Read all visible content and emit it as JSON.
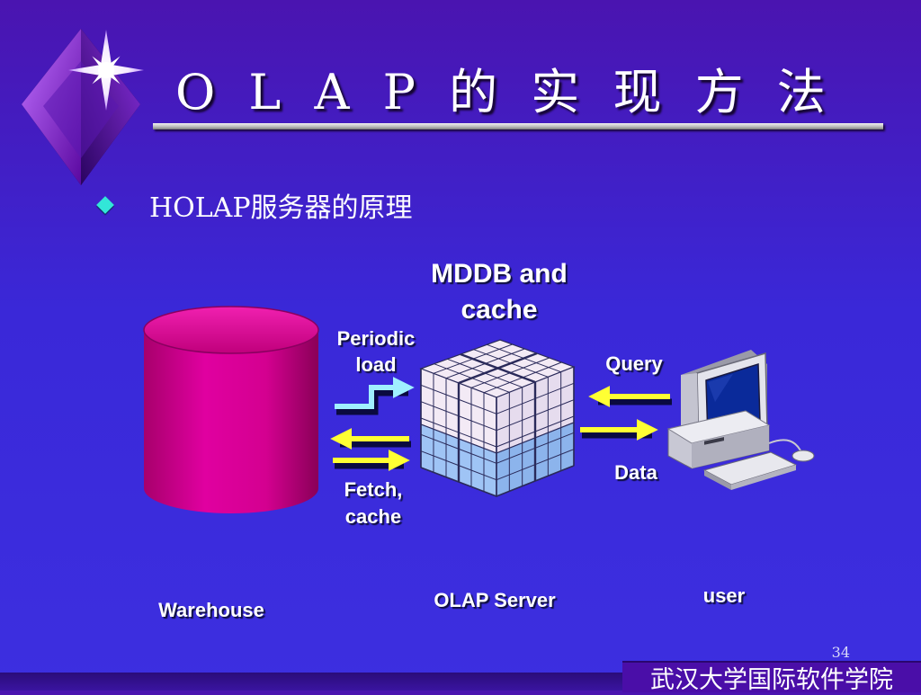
{
  "slide": {
    "title": "O L A P 的 实 现 方 法",
    "bullet": "HOLAP服务器的原理",
    "page_number": "34",
    "footer": "武汉大学国际软件学院"
  },
  "diagram": {
    "mddb_label": "MDDB and cache",
    "periodic_label": "Periodic load",
    "query_label": "Query",
    "data_label": "Data",
    "fetch_label": "Fetch, cache",
    "warehouse_label": "Warehouse",
    "server_label": "OLAP Server",
    "user_label": "user"
  },
  "colors": {
    "background": "#3a28d8",
    "cylinder": "#d4008c",
    "arrow_yellow": "#ffff33",
    "arrow_cyan": "#a0f0ff",
    "cube_top": "#f3eaf5",
    "cube_bottom": "#9fc4f5",
    "bullet": "#32e6d8"
  },
  "icons": [
    "star-diamond-logo-icon",
    "bullet-diamond-icon",
    "database-cylinder-icon",
    "data-cube-icon",
    "computer-icon"
  ]
}
